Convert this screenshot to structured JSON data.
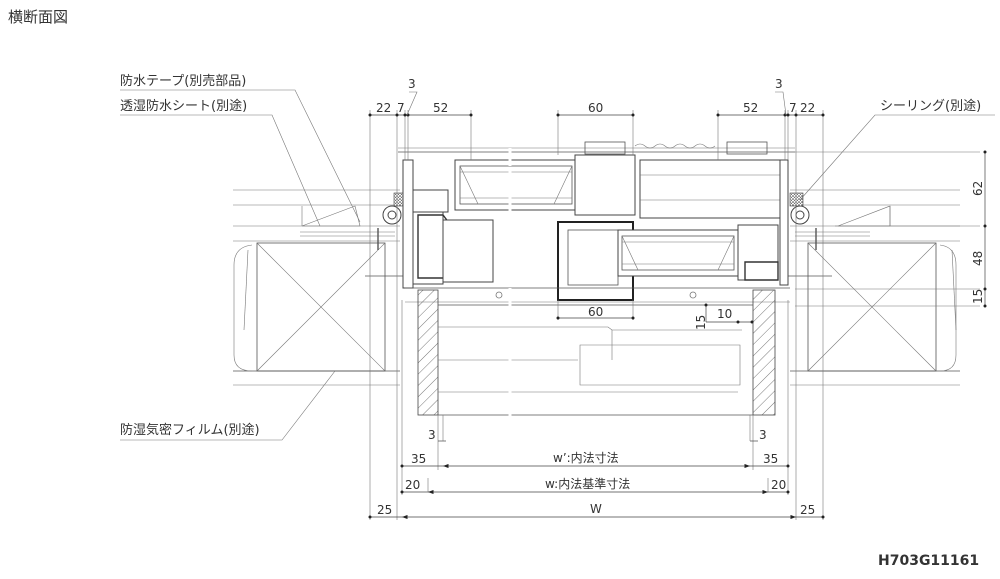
{
  "title": "横断面図",
  "drawing_code": "H703G11161",
  "labels": {
    "waterproof_tape": "防水テープ(別売部品)",
    "breathable_sheet": "透湿防水シート(別途)",
    "sealing": "シーリング(別途)",
    "vapor_film": "防湿気密フィルム(別途)"
  },
  "dimensions": {
    "top_left": {
      "a": "22",
      "b": "7",
      "c": "3",
      "d": "52"
    },
    "top_center": "60",
    "top_right": {
      "a": "52",
      "b": "3",
      "c": "7",
      "d": "22"
    },
    "right_vertical": {
      "a": "62",
      "b": "48",
      "c": "15"
    },
    "middle_center": "60",
    "middle_small": {
      "a": "15",
      "b": "10"
    },
    "bottom": {
      "left_3": "3",
      "right_3": "3",
      "left_35": "35",
      "right_35": "35",
      "w_prime": "w’:内法寸法",
      "left_20": "20",
      "right_20": "20",
      "w": "w:内法基準寸法",
      "left_25": "25",
      "right_25": "25",
      "W": "W"
    }
  }
}
